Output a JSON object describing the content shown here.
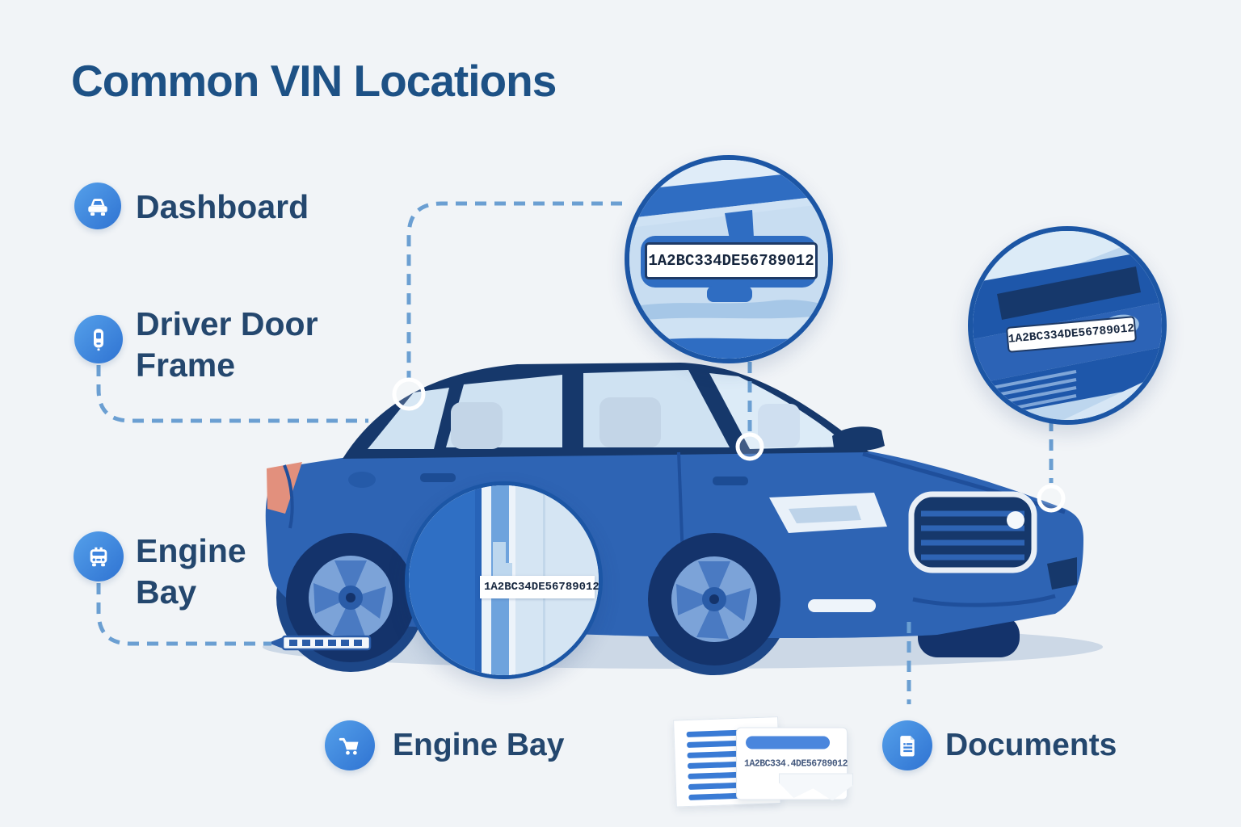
{
  "title": "Common VIN Locations",
  "legend": {
    "dashboard": {
      "label": "Dashboard",
      "icon": "car-front-icon"
    },
    "driver_door": {
      "line1": "Driver Door",
      "line2": "Frame",
      "icon": "door-pillar-icon"
    },
    "engine_bay_left": {
      "line1": "Engine",
      "line2": "Bay",
      "icon": "van-front-icon"
    },
    "engine_bay_bottom": {
      "label": "Engine Bay",
      "icon": "cart-icon"
    },
    "documents": {
      "label": "Documents",
      "icon": "document-icon"
    }
  },
  "callouts": {
    "dashboard_zoom": {
      "vin": "1A2BC334DE56789012"
    },
    "door_frame_zoom": {
      "vin": "1A2BC34DE56789012"
    },
    "engine_bay_zoom": {
      "vin": "1A2BC334DE56789012"
    },
    "documents_card": {
      "vin": "1A2BC334.4DE56789012"
    }
  },
  "colors": {
    "background": "#f1f4f7",
    "title_text": "#1d5185",
    "label_text": "#24476e",
    "icon_circle": "#3d84de",
    "car_body": "#2e64b4",
    "car_roof": "#16386b",
    "window_glass": "#cfe2f2",
    "callout_border": "#1c56a5",
    "connector_dash": "#6b9fd2",
    "taillight": "#e2907d",
    "vin_plate_bg": "#ffffff",
    "vin_text": "#16263e"
  }
}
